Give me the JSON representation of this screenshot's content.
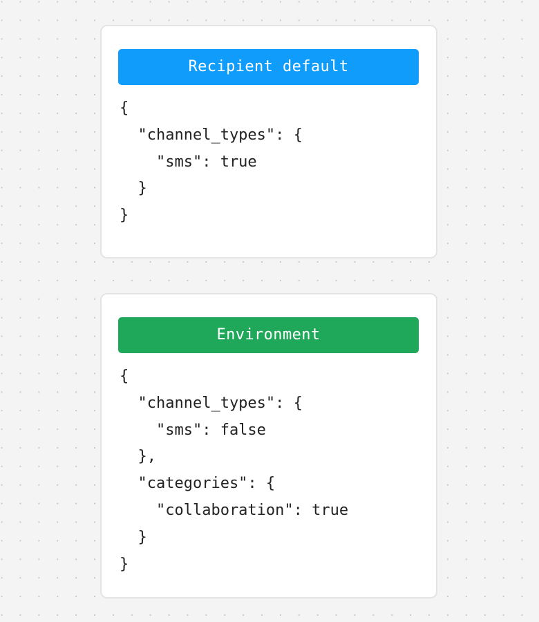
{
  "canvas": {
    "background_color": "#f4f4f4",
    "dot_color": "#c9c9cd"
  },
  "cards": [
    {
      "name": "recipient-default",
      "header": {
        "label": "Recipient default",
        "background_color": "#109cfb",
        "text_color": "#ffffff"
      },
      "json_lines": [
        "{",
        "  \"channel_types\": {",
        "    \"sms\": true",
        "  }",
        "}"
      ],
      "json_text": "{\n  \"channel_types\": {\n    \"sms\": true\n  }\n}"
    },
    {
      "name": "environment",
      "header": {
        "label": "Environment",
        "background_color": "#1fa85a",
        "text_color": "#ffffff"
      },
      "json_lines": [
        "{",
        "  \"channel_types\": {",
        "    \"sms\": false",
        "  },",
        "  \"categories\": {",
        "    \"collaboration\": true",
        "  }",
        "}"
      ],
      "json_text": "{\n  \"channel_types\": {\n    \"sms\": false\n  },\n  \"categories\": {\n    \"collaboration\": true\n  }\n}"
    }
  ]
}
